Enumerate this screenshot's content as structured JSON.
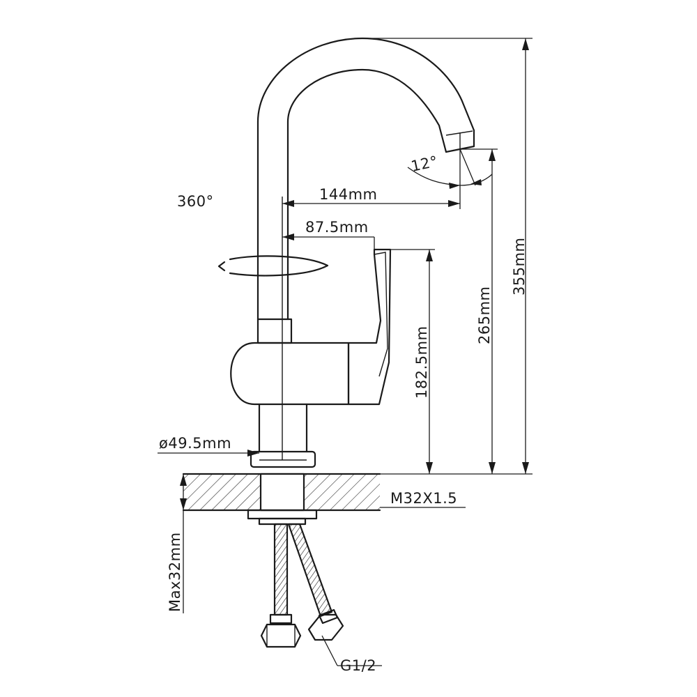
{
  "labels": {
    "rotation": "360°",
    "angle": "12°",
    "spout_reach": "144mm",
    "handle_reach": "87.5mm",
    "total_height": "355mm",
    "spout_height": "265mm",
    "handle_height": "182.5mm",
    "base_diameter": "ø49.5mm",
    "thread": "M32X1.5",
    "max_thickness": "Max32mm",
    "connection": "G1/2"
  }
}
